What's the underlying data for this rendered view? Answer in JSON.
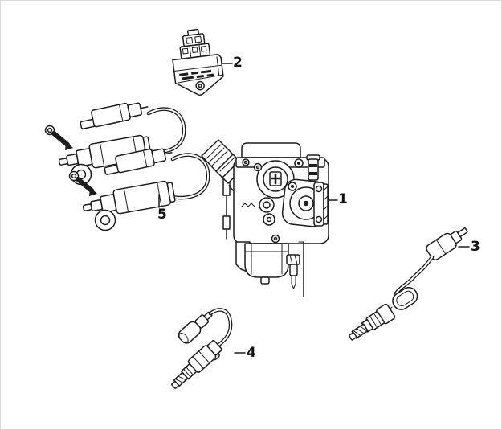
{
  "figure": {
    "type": "exploded-parts-diagram",
    "background_color": "#ffffff",
    "line_color": "#1d1d1d",
    "callouts": [
      {
        "label": "1",
        "part": "carburetor-assembly"
      },
      {
        "label": "2",
        "part": "ecu-unit"
      },
      {
        "label": "3",
        "part": "sensor-with-connector-cable"
      },
      {
        "label": "4",
        "part": "sensor-with-plug-cap-cable"
      },
      {
        "label": "5",
        "part": "ignition-coil-assembly"
      }
    ]
  }
}
